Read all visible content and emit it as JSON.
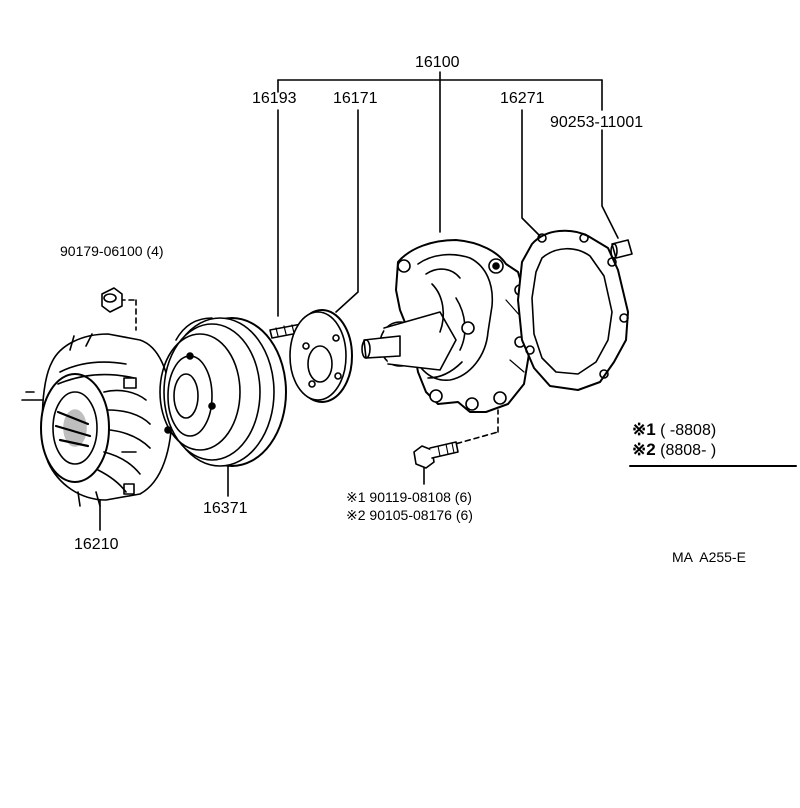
{
  "callouts": {
    "assembly": "16100",
    "stud": "16193",
    "flange": "16171",
    "gasket": "16271",
    "pin": "90253-11001",
    "nut": "90179-06100 (4)",
    "pulley": "16371",
    "fan_clutch": "16210",
    "bolt_1": "※1 90119-08108 (6)",
    "bolt_2": "※2 90105-08176 (6)"
  },
  "legend": {
    "mark_1": "※1",
    "range_1": "(        -8808)",
    "mark_2": "※2",
    "range_2": "(8808-        )"
  },
  "figure_code": "MA  A255-E"
}
